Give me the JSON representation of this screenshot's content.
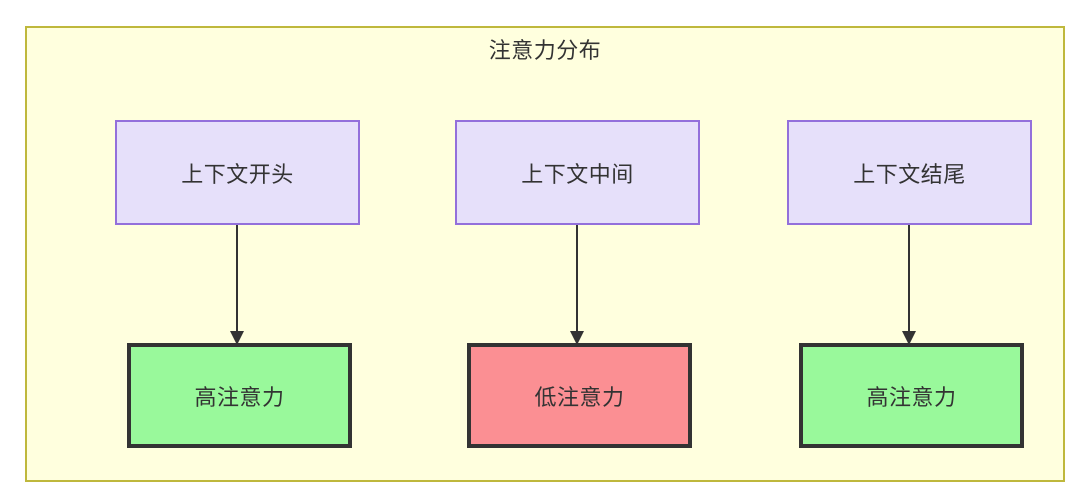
{
  "diagram": {
    "title": "注意力分布",
    "colors": {
      "container_fill": "#ffffde",
      "container_border": "#bfb83c",
      "context_fill": "#e6e0fa",
      "context_border": "#9370db",
      "high_attention_fill": "#99f99b",
      "low_attention_fill": "#fb8f93",
      "node_border_dark": "#333333",
      "text": "#333333",
      "arrow": "#333333"
    },
    "columns": [
      {
        "id": "start",
        "context_label": "上下文开头",
        "attention_label": "高注意力",
        "attention_level": "high"
      },
      {
        "id": "middle",
        "context_label": "上下文中间",
        "attention_label": "低注意力",
        "attention_level": "low"
      },
      {
        "id": "end",
        "context_label": "上下文结尾",
        "attention_label": "高注意力",
        "attention_level": "high"
      }
    ]
  }
}
